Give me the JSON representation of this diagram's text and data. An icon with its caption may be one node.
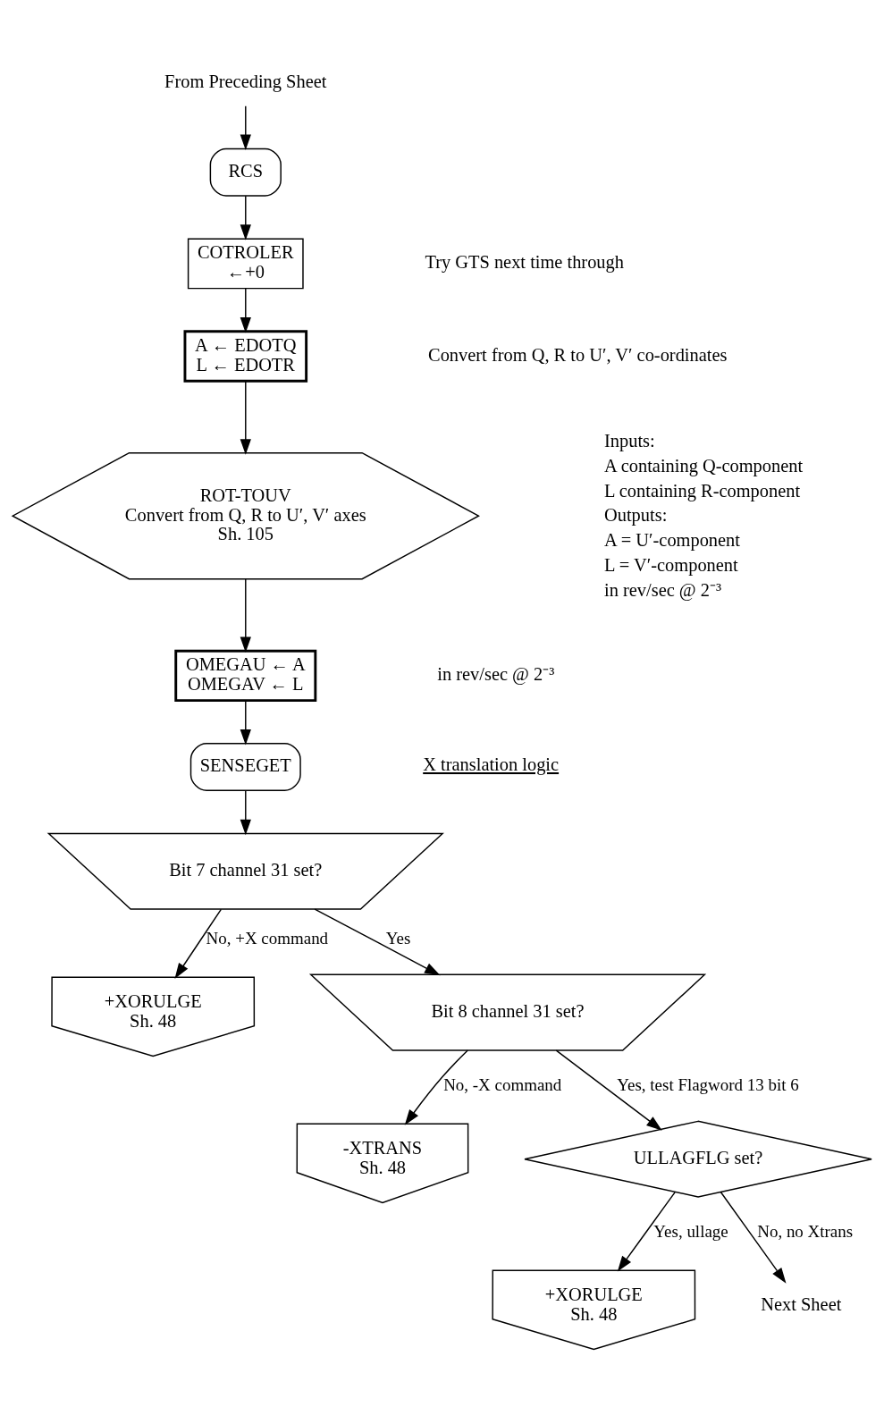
{
  "diagram": {
    "nodes": [
      {
        "text": [
          "From Preceding Sheet"
        ]
      },
      {
        "text": [
          "RCS"
        ]
      },
      {
        "text": [
          "COTROLER",
          "←+0"
        ]
      },
      {
        "text": [
          "A ← EDOTQ",
          "L ← EDOTR"
        ]
      },
      {
        "text": [
          "ROT-TOUV",
          "Convert from Q, R to U′, V′ axes",
          "Sh. 105"
        ],
        "beside": [
          "Inputs:",
          "A containing Q-component",
          "L containing R-component",
          "Outputs:",
          "A = U′-component",
          "L = V′-component",
          "in rev/sec @ 2⁻³"
        ]
      },
      {
        "text": [
          "OMEGAU ← A",
          "OMEGAV ← L"
        ]
      },
      {
        "text": [
          "SENSEGET"
        ]
      },
      {
        "text": [
          "Bit 7 channel 31 set?"
        ]
      },
      {
        "text": [
          "+XORULGE",
          "Sh. 48"
        ]
      },
      {
        "text": [
          "Bit 8 channel 31 set?"
        ]
      },
      {
        "text": [
          "-XTRANS",
          "Sh. 48"
        ]
      },
      {
        "text": [
          "ULLAGFLG set?"
        ]
      },
      {
        "text": [
          "+XORULGE",
          "Sh. 48"
        ]
      },
      {
        "text": [
          "Next Sheet"
        ]
      }
    ],
    "edges": [
      {
        "from": 0,
        "to": 1,
        "arrow": "to"
      },
      {
        "from": 1,
        "to": 2,
        "arrow": "to"
      },
      {
        "from": 2,
        "to": 3,
        "arrow": "to"
      },
      {
        "from": 3,
        "to": 4,
        "arrow": "to"
      },
      {
        "from": 4,
        "to": 5,
        "arrow": "to"
      },
      {
        "from": 5,
        "to": 6,
        "arrow": "to"
      },
      {
        "from": 6,
        "to": 7,
        "arrow": "to"
      },
      {
        "from": 7,
        "to": 8,
        "arrow": "to",
        "label": "No, +X command"
      },
      {
        "from": 7,
        "to": 9,
        "arrow": "to",
        "label": "Yes"
      },
      {
        "from": 9,
        "to": 10,
        "arrow": "to",
        "label": "No, -X command"
      },
      {
        "from": 9,
        "to": 11,
        "arrow": "to",
        "label": "Yes, test Flagword 13 bit 6"
      },
      {
        "from": 11,
        "to": 12,
        "arrow": "to",
        "label": "Yes, ullage"
      },
      {
        "from": 11,
        "to": 13,
        "arrow": "to",
        "label": "No, no Xtrans"
      }
    ],
    "labels": [
      "Try GTS next time through",
      "Convert from Q, R to U′, V′ co-ordinates",
      "in rev/sec @ 2⁻³",
      "X translation logic"
    ]
  }
}
